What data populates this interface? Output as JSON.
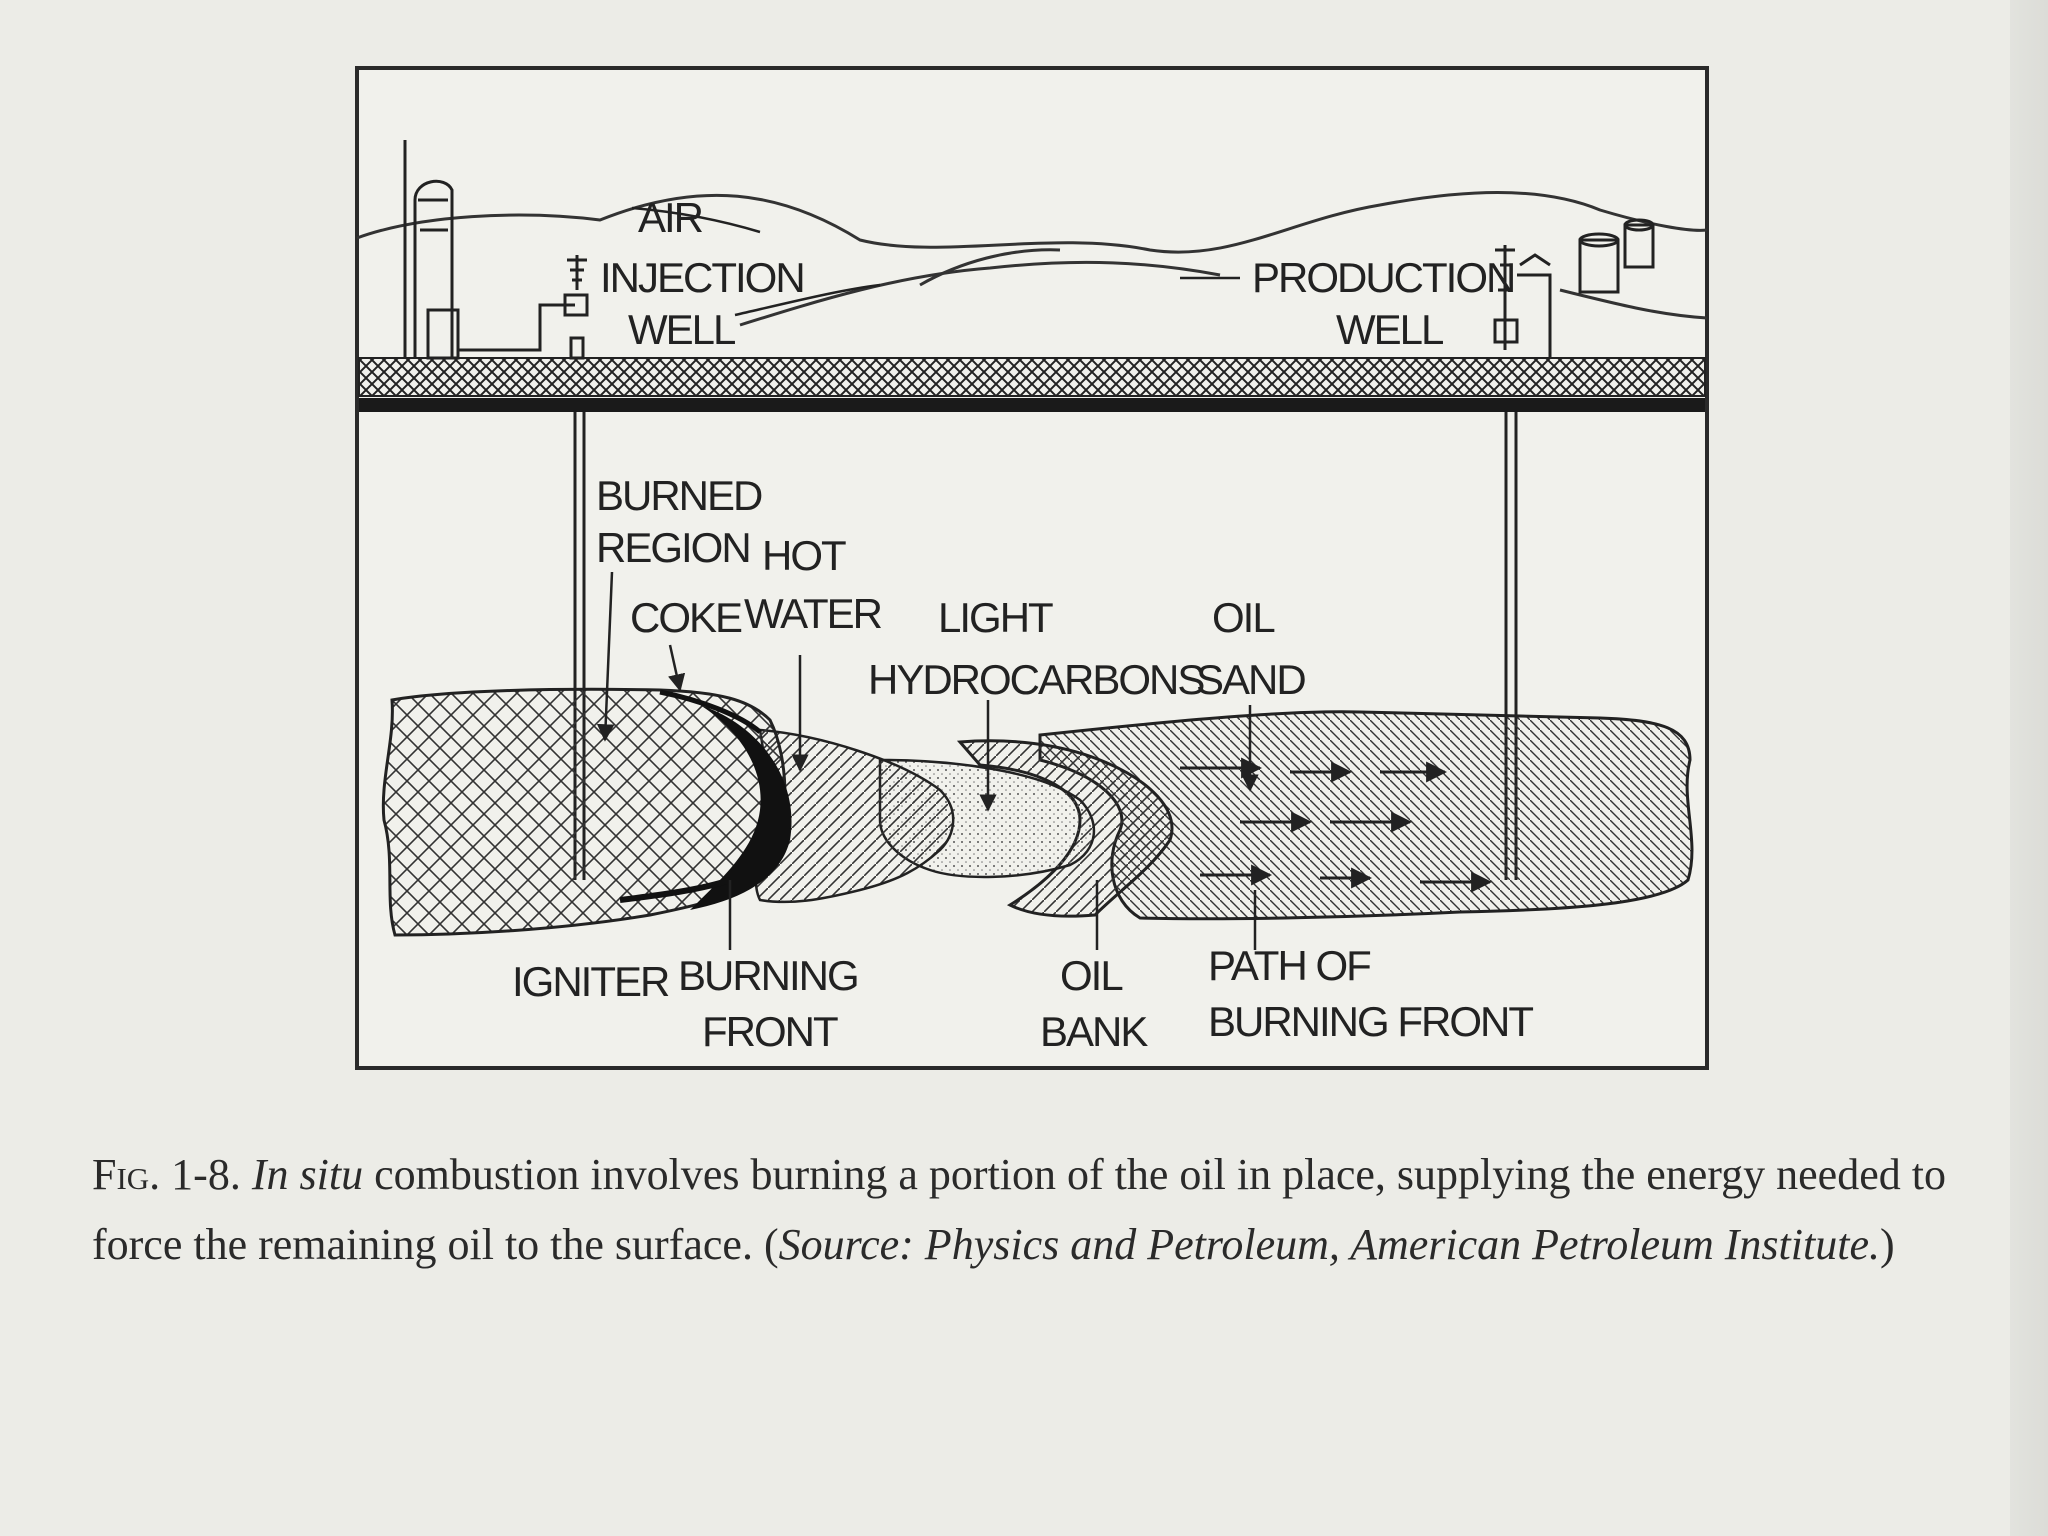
{
  "figure": {
    "labels": {
      "air": "AIR",
      "injection": "INJECTION",
      "well_left": "WELL",
      "production": "PRODUCTION",
      "well_right": "WELL",
      "burned": "BURNED",
      "region": "REGION",
      "hot": "HOT",
      "water": "WATER",
      "coke": "COKE",
      "light": "LIGHT",
      "hydrocarbons": "HYDROCARBONS",
      "oil_top": "OIL",
      "sand": "SAND",
      "igniter": "IGNITER",
      "burning_front_1": "BURNING",
      "burning_front_2": "FRONT",
      "oil_bank_1": "OIL",
      "oil_bank_2": "BANK",
      "path_1": "PATH OF",
      "path_2": "BURNING FRONT"
    }
  },
  "caption": {
    "fig_number": "Fig. 1-8.",
    "in_situ": "In situ",
    "body": " combustion involves burning a portion of the oil in place, supplying the energy needed to force the remaining oil to the surface.",
    "source_open": "(",
    "source": "Source: Physics and Petroleum, American Petroleum Institute.",
    "source_close": ")"
  }
}
